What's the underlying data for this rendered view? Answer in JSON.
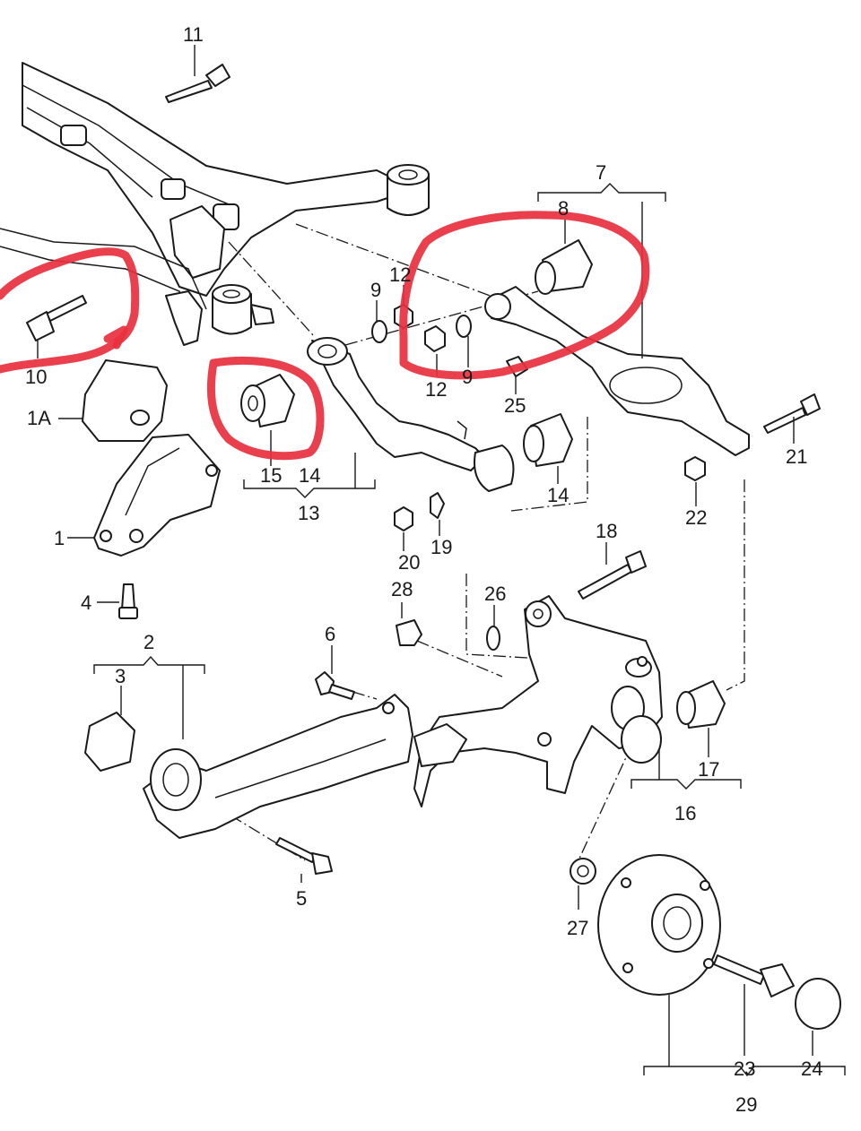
{
  "labels": {
    "l1": "1",
    "l1a": "1A",
    "l2": "2",
    "l3": "3",
    "l4": "4",
    "l5": "5",
    "l6": "6",
    "l7": "7",
    "l8": "8",
    "l9a": "9",
    "l9b": "9",
    "l10": "10",
    "l11": "11",
    "l12a": "12",
    "l12b": "12",
    "l13": "13",
    "l14a": "14",
    "l14b": "14",
    "l15": "15",
    "l16": "16",
    "l17": "17",
    "l18": "18",
    "l19": "19",
    "l20": "20",
    "l21": "21",
    "l22": "22",
    "l23": "23",
    "l24": "24",
    "l25": "25",
    "l26": "26",
    "l27": "27",
    "l28": "28",
    "l29": "29"
  },
  "colors": {
    "line": "#1a1a1a",
    "highlight": "#e8303e",
    "background": "#ffffff"
  }
}
